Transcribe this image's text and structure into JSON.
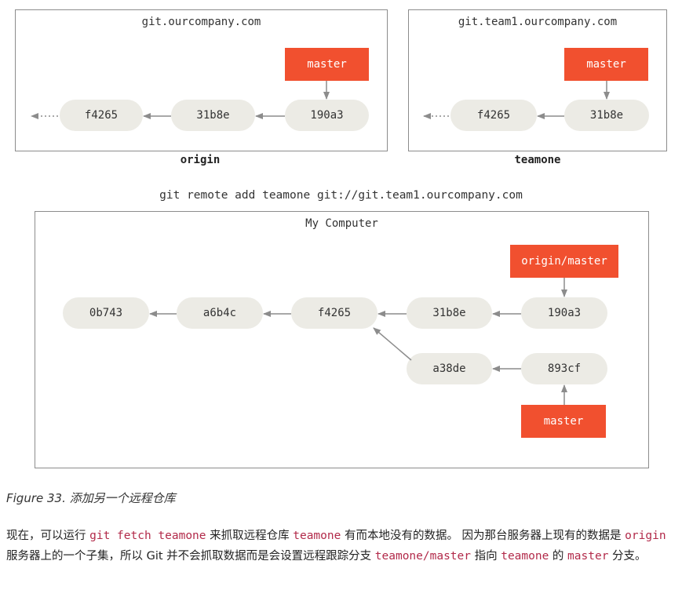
{
  "origin": {
    "host": "git.ourcompany.com",
    "label": "origin",
    "branch": "master",
    "commits": [
      "f4265",
      "31b8e",
      "190a3"
    ]
  },
  "teamone": {
    "host": "git.team1.ourcompany.com",
    "label": "teamone",
    "branch": "master",
    "commits": [
      "f4265",
      "31b8e"
    ]
  },
  "command": "git remote add teamone git://git.team1.ourcompany.com",
  "local": {
    "title": "My Computer",
    "commits_main": [
      "0b743",
      "a6b4c",
      "f4265",
      "31b8e",
      "190a3"
    ],
    "commits_side": [
      "a38de",
      "893cf"
    ],
    "branch_origin_master": "origin/master",
    "branch_master": "master"
  },
  "caption": "Figure 33. 添加另一个远程仓库",
  "paragraph": {
    "p1": "现在，可以运行 ",
    "c1": "git fetch teamone",
    "p2": " 来抓取远程仓库 ",
    "c2": "teamone",
    "p3": " 有而本地没有的数据。 因为那台服务器上现有的数据是 ",
    "c3": "origin",
    "p4": " 服务器上的一个子集，所以 Git 并不会抓取数据而是会设置远程跟踪分支 ",
    "c4": "teamone/master",
    "p5": " 指向 ",
    "c5": "teamone",
    "p6": " 的 ",
    "c6": "master",
    "p7": " 分支。"
  },
  "colors": {
    "branch": "#f1502f",
    "commit": "#ecebe5",
    "arrow": "#8c8c8c",
    "code": "#b22a4a"
  }
}
